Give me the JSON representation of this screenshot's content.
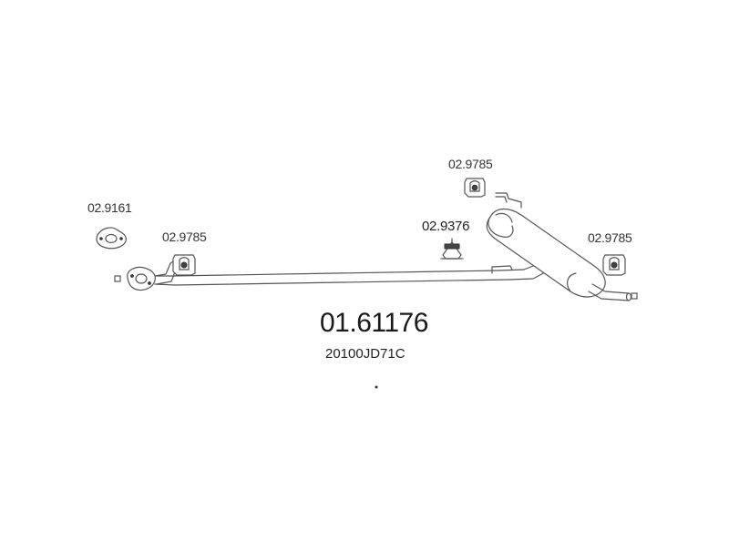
{
  "part_number": "01.61176",
  "oem_number": "20100JD71C",
  "callouts": {
    "gasket": "02.9161",
    "hanger_front": "02.9785",
    "mount_center": "02.9376",
    "hanger_top": "02.9785",
    "hanger_rear": "02.9785"
  }
}
